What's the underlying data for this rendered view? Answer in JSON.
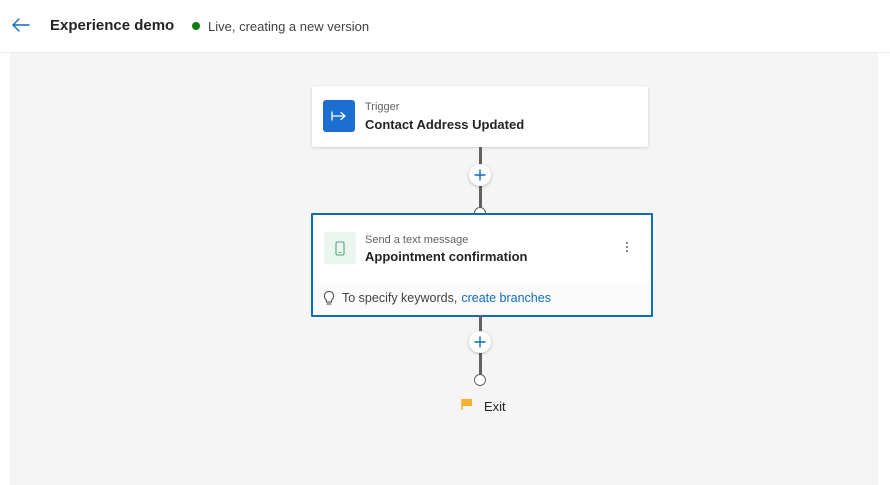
{
  "header": {
    "title": "Experience demo",
    "status": "Live, creating a new version"
  },
  "flow": {
    "trigger": {
      "kind": "Trigger",
      "name": "Contact Address Updated"
    },
    "steps": [
      {
        "kind": "Send a text message",
        "name": "Appointment confirmation",
        "hint_text": "To specify keywords,",
        "hint_link": "create branches"
      }
    ],
    "exit_label": "Exit"
  },
  "icons": {
    "back": "back-arrow-icon",
    "status": "status-dot-icon",
    "trigger": "trigger-arrow-icon",
    "sms": "phone-icon",
    "more": "more-vertical-icon",
    "hint": "lightbulb-icon",
    "add": "plus-icon",
    "exit": "flag-icon"
  },
  "colors": {
    "accent": "#0f6cbd",
    "status_live": "#107c10",
    "trigger_tile": "#1c6fd1",
    "sms_tile": "#eaf6ef",
    "sms_icon": "#5aa37a",
    "exit_flag": "#f2b233",
    "canvas_bg": "#f5f5f5",
    "connector": "#616161"
  }
}
